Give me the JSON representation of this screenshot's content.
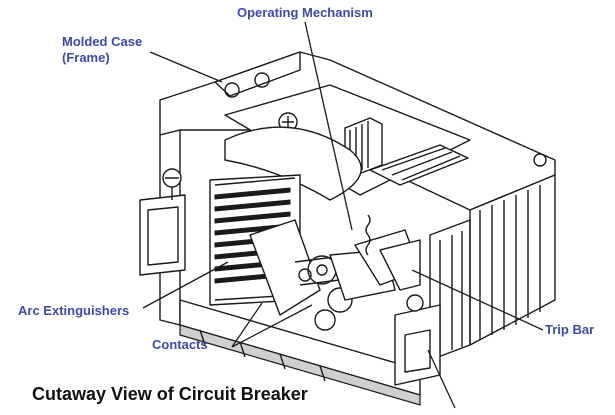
{
  "labels": {
    "operating_mechanism": "Operating Mechanism",
    "molded_case_line1": "Molded Case",
    "molded_case_line2": "(Frame)",
    "arc_extinguishers": "Arc Extinguishers",
    "contacts": "Contacts",
    "trip_bar": "Trip Bar"
  },
  "caption": "Cutaway View of Circuit Breaker",
  "colors": {
    "callout_text": "#3d4aa8",
    "caption_text": "#111111",
    "line_art": "#1a1a1a"
  }
}
